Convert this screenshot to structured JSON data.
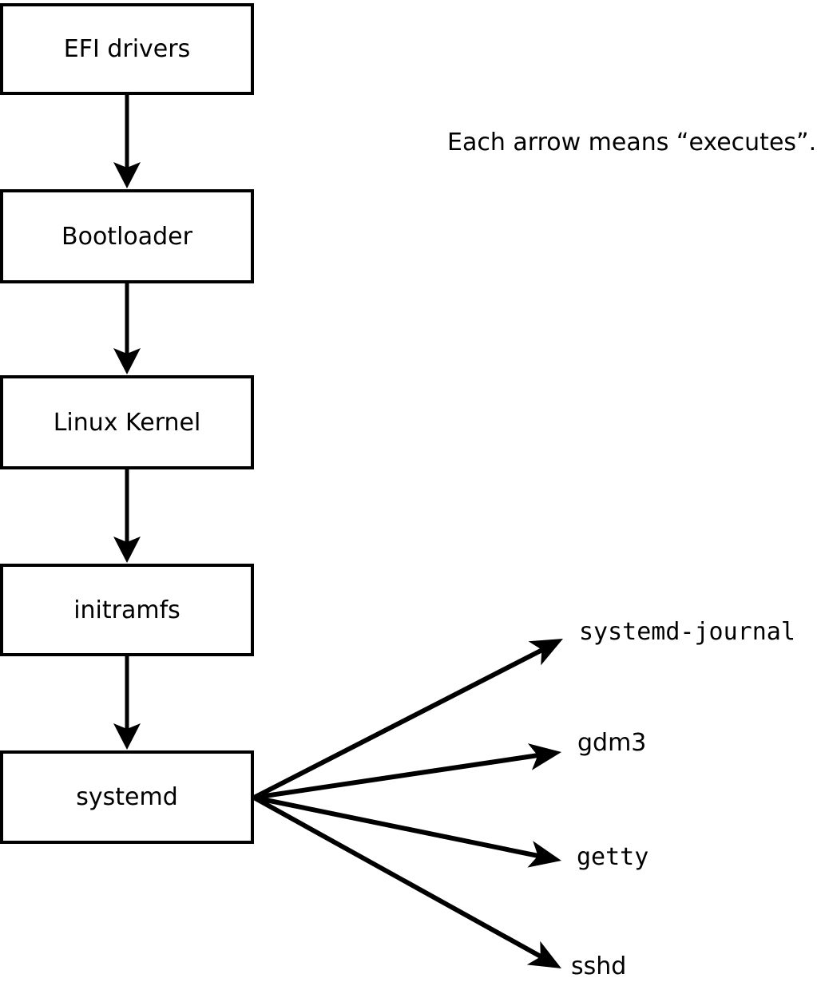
{
  "note": "Each arrow means “executes”.",
  "boot_chain": [
    {
      "label": "EFI drivers"
    },
    {
      "label": "Bootloader"
    },
    {
      "label": "Linux Kernel"
    },
    {
      "label": "initramfs"
    },
    {
      "label": "systemd"
    }
  ],
  "spawned_processes": [
    {
      "label": "systemd-journal"
    },
    {
      "label": "gdm3"
    },
    {
      "label": "getty"
    },
    {
      "label": "sshd"
    }
  ],
  "arrow_meaning": "executes",
  "colors": {
    "line": "#000000",
    "box_fill": "#ffffff",
    "background": "#ffffff",
    "text": "#000000"
  }
}
